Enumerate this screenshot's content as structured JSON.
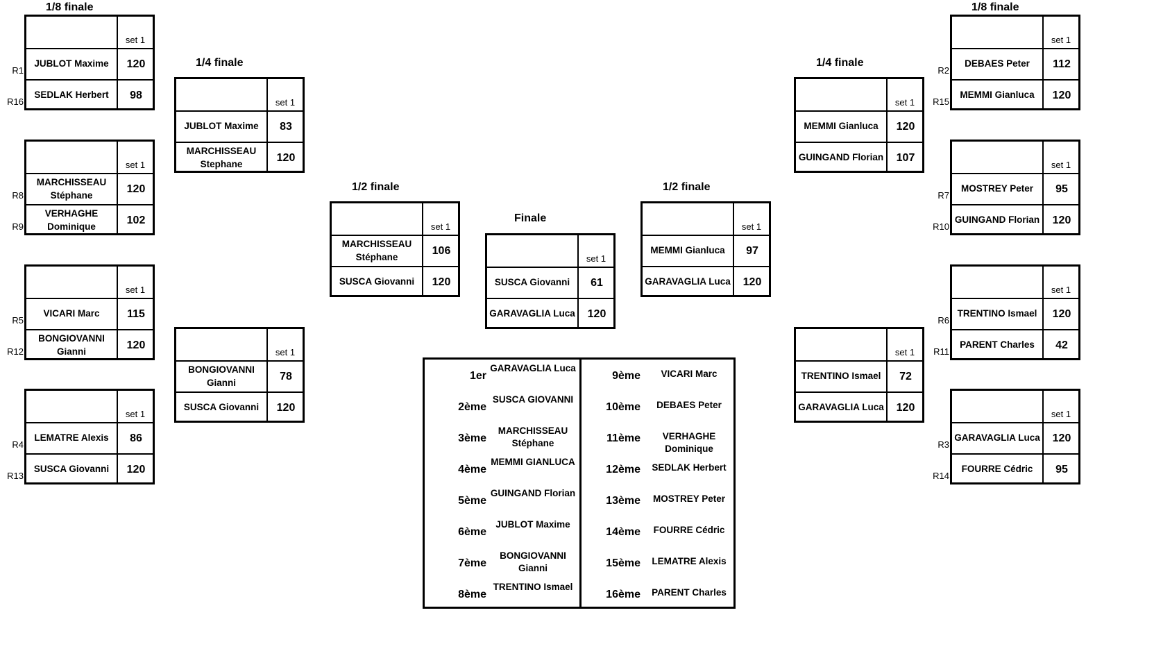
{
  "rounds": {
    "r16": "1/8 finale",
    "qf": "1/4 finale",
    "sf": "1/2 finale",
    "final": "Finale"
  },
  "set_label": "set 1",
  "matches": [
    {
      "id": "l8a",
      "p1": "JUBLOT Maxime",
      "s1": "120",
      "p2": "SEDLAK Herbert",
      "s2": "98",
      "l1": "R1",
      "l2": "R16"
    },
    {
      "id": "l8b",
      "p1": "MARCHISSEAU Stéphane",
      "s1": "120",
      "p2": "VERHAGHE Dominique",
      "s2": "102",
      "l1": "R8",
      "l2": "R9"
    },
    {
      "id": "l8c",
      "p1": "VICARI Marc",
      "s1": "115",
      "p2": "BONGIOVANNI Gianni",
      "s2": "120",
      "l1": "R5",
      "l2": "R12"
    },
    {
      "id": "l8d",
      "p1": "LEMATRE Alexis",
      "s1": "86",
      "p2": "SUSCA Giovanni",
      "s2": "120",
      "l1": "R4",
      "l2": "R13"
    },
    {
      "id": "l4a",
      "p1": "JUBLOT Maxime",
      "s1": "83",
      "p2": "MARCHISSEAU Stephane",
      "s2": "120"
    },
    {
      "id": "l4b",
      "p1": "BONGIOVANNI Gianni",
      "s1": "78",
      "p2": "SUSCA Giovanni",
      "s2": "120"
    },
    {
      "id": "l2",
      "p1": "MARCHISSEAU Stéphane",
      "s1": "106",
      "p2": "SUSCA Giovanni",
      "s2": "120"
    },
    {
      "id": "fin",
      "p1": "SUSCA Giovanni",
      "s1": "61",
      "p2": "GARAVAGLIA Luca",
      "s2": "120"
    },
    {
      "id": "r2",
      "p1": "MEMMI Gianluca",
      "s1": "97",
      "p2": "GARAVAGLIA Luca",
      "s2": "120"
    },
    {
      "id": "r4a",
      "p1": "MEMMI Gianluca",
      "s1": "120",
      "p2": "GUINGAND Florian",
      "s2": "107"
    },
    {
      "id": "r4b",
      "p1": "TRENTINO Ismael",
      "s1": "72",
      "p2": "GARAVAGLIA Luca",
      "s2": "120"
    },
    {
      "id": "r8a",
      "p1": "DEBAES Peter",
      "s1": "112",
      "p2": "MEMMI Gianluca",
      "s2": "120",
      "l1": "R2",
      "l2": "R15"
    },
    {
      "id": "r8b",
      "p1": "MOSTREY Peter",
      "s1": "95",
      "p2": "GUINGAND Florian",
      "s2": "120",
      "l1": "R7",
      "l2": "R10"
    },
    {
      "id": "r8c",
      "p1": "TRENTINO Ismael",
      "s1": "120",
      "p2": "PARENT Charles",
      "s2": "42",
      "l1": "R6",
      "l2": "R11"
    },
    {
      "id": "r8d",
      "p1": "GARAVAGLIA Luca",
      "s1": "120",
      "p2": "FOURRE Cédric",
      "s2": "95",
      "l1": "R3",
      "l2": "R14"
    }
  ],
  "ranking": [
    {
      "pos": "1er",
      "name": "GARAVAGLIA Luca"
    },
    {
      "pos": "2ème",
      "name": "SUSCA GIOVANNI"
    },
    {
      "pos": "3ème",
      "name": "MARCHISSEAU Stéphane"
    },
    {
      "pos": "4ème",
      "name": "MEMMI GIANLUCA"
    },
    {
      "pos": "5ème",
      "name": "GUINGAND Florian"
    },
    {
      "pos": "6ème",
      "name": "JUBLOT Maxime"
    },
    {
      "pos": "7ème",
      "name": "BONGIOVANNI Gianni"
    },
    {
      "pos": "8ème",
      "name": "TRENTINO Ismael"
    },
    {
      "pos": "9ème",
      "name": "VICARI Marc"
    },
    {
      "pos": "10ème",
      "name": "DEBAES Peter"
    },
    {
      "pos": "11ème",
      "name": "VERHAGHE Dominique"
    },
    {
      "pos": "12ème",
      "name": "SEDLAK Herbert"
    },
    {
      "pos": "13ème",
      "name": "MOSTREY Peter"
    },
    {
      "pos": "14ème",
      "name": "FOURRE Cédric"
    },
    {
      "pos": "15ème",
      "name": "LEMATRE Alexis"
    },
    {
      "pos": "16ème",
      "name": "PARENT Charles"
    }
  ]
}
